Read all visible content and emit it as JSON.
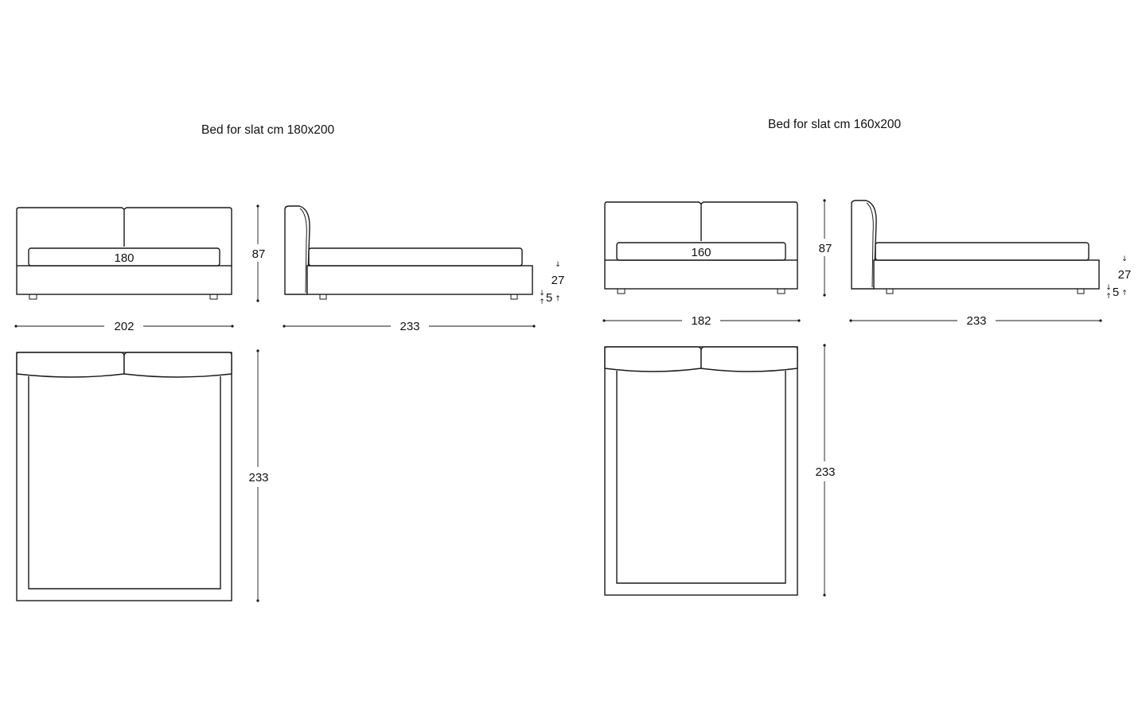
{
  "left": {
    "title": "Bed for slat cm 180x200",
    "front_inner": "180",
    "front_height": "87",
    "front_width": "202",
    "side_length": "233",
    "side_frame_height": "27",
    "side_foot_height": "5",
    "top_length": "233"
  },
  "right": {
    "title": "Bed for slat cm 160x200",
    "front_inner": "160",
    "front_height": "87",
    "front_width": "182",
    "side_length": "233",
    "side_frame_height": "27",
    "side_foot_height": "5",
    "top_length": "233"
  },
  "symbols": {
    "arrow_down": "↓",
    "arrow_up": "↑"
  }
}
